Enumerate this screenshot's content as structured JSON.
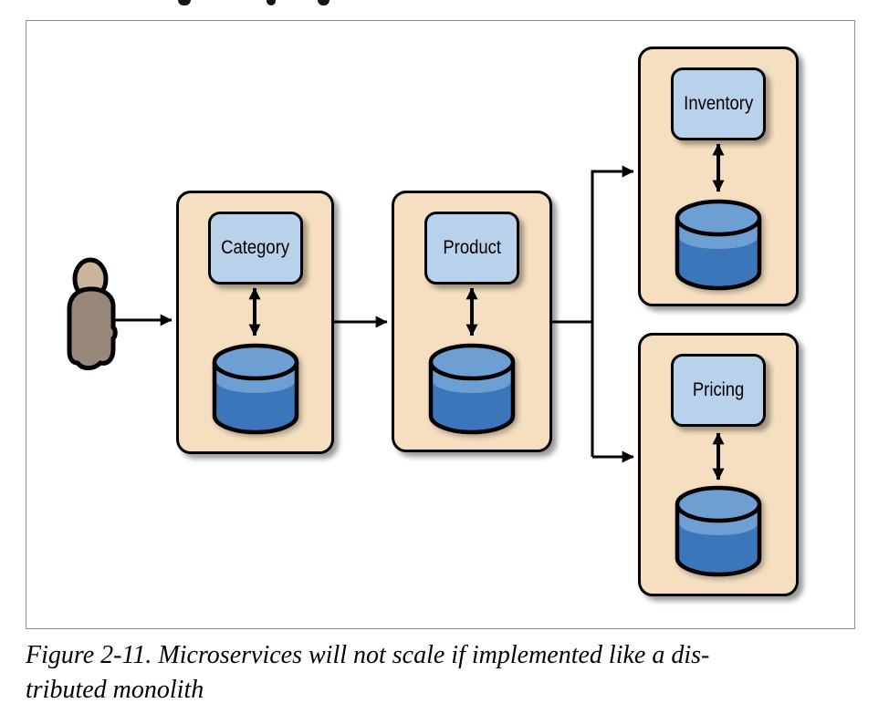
{
  "figure_caption": {
    "line1": "Figure 2-11. Microservices will not scale if implemented like a dis-",
    "line2": "tributed monolith"
  },
  "diagram": {
    "actor": {
      "type": "user"
    },
    "services": [
      {
        "label": "Category"
      },
      {
        "label": "Product"
      },
      {
        "label": "Inventory"
      },
      {
        "label": "Pricing"
      }
    ],
    "connections": [
      "user -> Category",
      "Category -> Product",
      "Product -> Inventory",
      "Product -> Pricing",
      "Category <-> database",
      "Product <-> database",
      "Inventory <-> database",
      "Pricing <-> database"
    ],
    "colors": {
      "container_fill": "#f6dfc1",
      "service_box_fill": "#b9d2ec",
      "database_light": "#6d9fd3",
      "database_dark": "#3a76b9",
      "actor_head": "#c9b59c",
      "actor_body": "#97887a",
      "outline": "#000000",
      "frame_border": "#8f8f8f"
    }
  }
}
